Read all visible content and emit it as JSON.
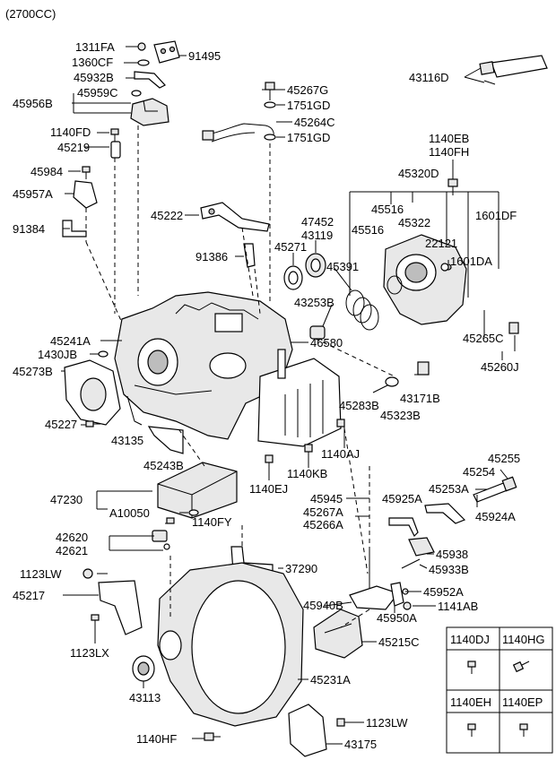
{
  "header": {
    "engine": "(2700CC)"
  },
  "labels": {
    "l1311FA": "1311FA",
    "l1360CF": "1360CF",
    "l91495": "91495",
    "l45932B": "45932B",
    "l45956B": "45956B",
    "l45959C": "45959C",
    "l45267G": "45267G",
    "l1751GD_a": "1751GD",
    "l45264C": "45264C",
    "l1751GD_b": "1751GD",
    "l43116D": "43116D",
    "l1140FD": "1140FD",
    "l45219": "45219",
    "l1140EB": "1140EB",
    "l1140FH": "1140FH",
    "l45984": "45984",
    "l45320D": "45320D",
    "l45957A": "45957A",
    "l45222": "45222",
    "l47452": "47452",
    "l43119": "43119",
    "l45516_a": "45516",
    "l45516_b": "45516",
    "l45322": "45322",
    "l1601DF": "1601DF",
    "l91384": "91384",
    "l45271": "45271",
    "l22121": "22121",
    "l1601DA": "1601DA",
    "l91386": "91386",
    "l45391": "45391",
    "l43253B": "43253B",
    "l45241A": "45241A",
    "l1430JB": "1430JB",
    "l46580": "46580",
    "l45265C": "45265C",
    "l45273B": "45273B",
    "l45260J": "45260J",
    "l43171B": "43171B",
    "l45283B": "45283B",
    "l45323B": "45323B",
    "l45227": "45227",
    "l43135": "43135",
    "l1140AJ": "1140AJ",
    "l45243B": "45243B",
    "l1140KB": "1140KB",
    "l1140EJ": "1140EJ",
    "l45255": "45255",
    "l45254": "45254",
    "l45253A": "45253A",
    "l47230": "47230",
    "l45945": "45945",
    "l45925A": "45925A",
    "l45924A": "45924A",
    "lA10050": "A10050",
    "l45267A": "45267A",
    "l45266A": "45266A",
    "l1140FY": "1140FY",
    "l42620": "42620",
    "l42621": "42621",
    "l45938": "45938",
    "l45933B": "45933B",
    "l37290": "37290",
    "l1123LW_a": "1123LW",
    "l45217": "45217",
    "l45940B": "45940B",
    "l45952A": "45952A",
    "l45950A": "45950A",
    "l1141AB": "1141AB",
    "l1123LX": "1123LX",
    "l45215C": "45215C",
    "l43113": "43113",
    "l45231A": "45231A",
    "l1123LW_b": "1123LW",
    "l1140HF": "1140HF",
    "l43175": "43175"
  },
  "fastener_table": {
    "cells": [
      "1140DJ",
      "1140HG",
      "1140EH",
      "1140EP"
    ]
  }
}
